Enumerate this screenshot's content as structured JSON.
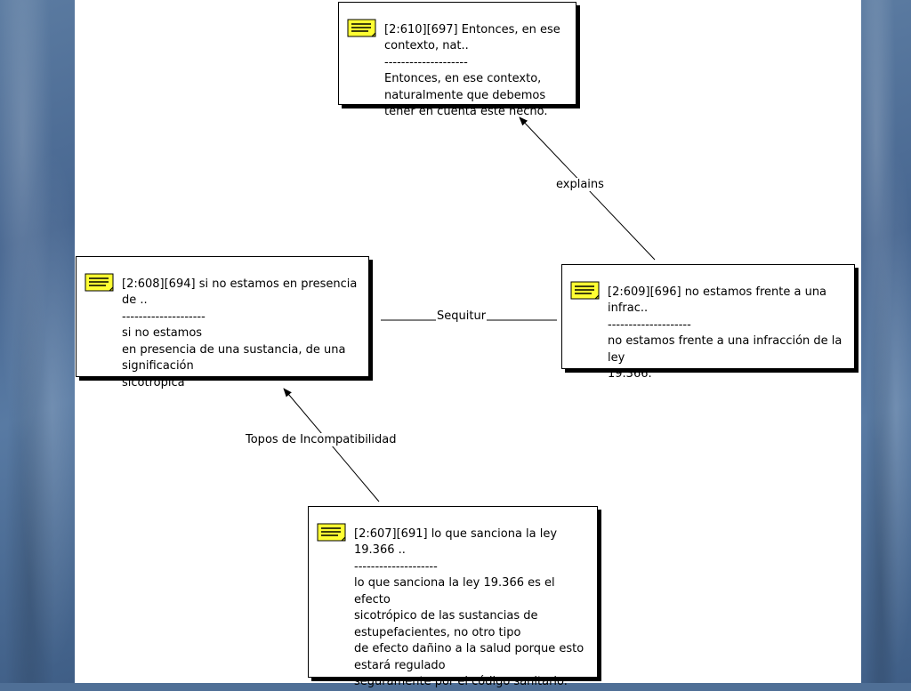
{
  "nodes": {
    "n697": {
      "title": "[2:610][697] Entonces, en ese contexto, nat..",
      "separator": "--------------------",
      "body": "Entonces, en ese contexto,\nnaturalmente que debemos\ntener en cuenta este hecho."
    },
    "n694": {
      "title": "[2:608][694] si no estamos en presencia de ..",
      "separator": "--------------------",
      "body": "si no estamos\nen presencia de una sustancia, de una\nsignificación\nsicotrópica"
    },
    "n696": {
      "title": "[2:609][696] no estamos frente a una infrac..",
      "separator": "--------------------",
      "body": "no estamos frente a una infracción de la\nley\n19.366."
    },
    "n691": {
      "title": "[2:607][691] lo que sanciona la ley 19.366 ..",
      "separator": "--------------------",
      "body": "lo que sanciona la ley 19.366 es el\nefecto\nsicotrópico de las sustancias de\nestupefacientes, no otro tipo\nde efecto dañino a la salud porque esto\nestará regulado\nseguramente por el código sanitario."
    }
  },
  "edges": {
    "explains": "explains",
    "sequitur": "Sequitur",
    "topos": "Topos de Incompatibilidad"
  },
  "colors": {
    "memo_fill": "#ffff33",
    "frame_blue": "#4f6f96"
  }
}
